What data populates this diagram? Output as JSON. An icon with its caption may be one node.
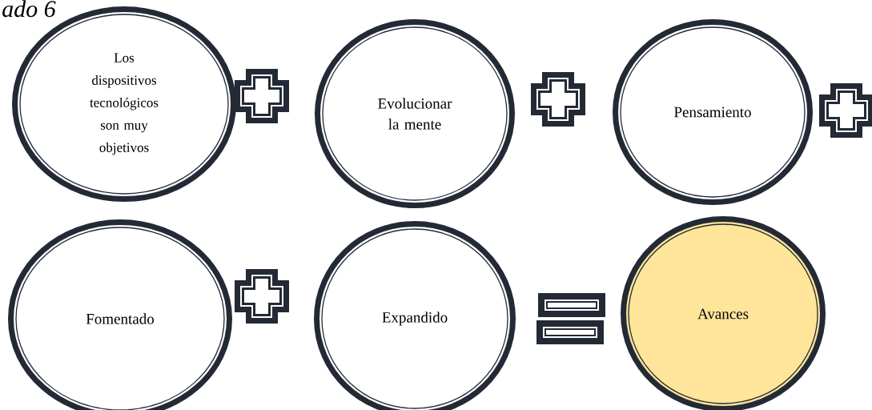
{
  "diagram": {
    "nodes": [
      {
        "text": [
          "Los dispositivos tecnológicos son muy objetivos"
        ]
      },
      {
        "text": [
          "Evolucionar la mente"
        ]
      },
      {
        "text": [
          "Pensamiento"
        ]
      },
      {
        "text": [
          "Fomentado"
        ]
      },
      {
        "text": [
          "Expandido"
        ]
      },
      {
        "text": [
          "Avances"
        ]
      }
    ],
    "labels": [
      "ado 6"
    ]
  }
}
